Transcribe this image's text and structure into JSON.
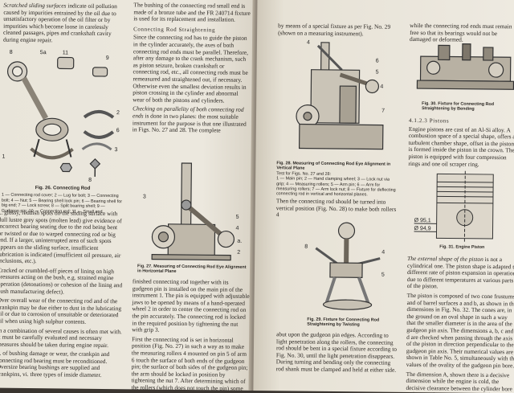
{
  "left_col1": {
    "p1_head": "Scratched sliding surfaces",
    "p1": "indicate oil pollution caused by impurities entrained by the oil due to unsatisfactory operation of the oil filter or by impurities which become loose in carelessly cleaned passages, pipes and crankshaft cavity during engine repair.",
    "fig26_caption_title": "Fig. 26. Connecting Rod",
    "fig26_caption_body": "1 — Connecting rod cover; 2 — Lug for bolt; 3 — Connecting bolt; 4 — Nut; 5 — Bearing shell lock pin; 6 — Bearing shell for big end; 7 — Lock screw; 8 — Split bearing shell; 9 — Gudgeon pin; 10 — Connecting rod; 11 — Small end.",
    "p2": "... glossy, reddish spots on the sliding surface with dull lustre grey spots (molten lead) give evidence of incorrect bearing seating due to the rod being bent or twisted or due to warped connecting rod or big end. If a larger, uninterrupted area of such spots appears on the sliding surface, insufficient lubrication is indicated (insufficient oil pressure, air inclusions, etc.).",
    "p3": "Cracked or crumbled-off pieces of lining on high pressures acting on the bush, e.g. strained engine operation (detonations) or cohesion of the lining and bush manufacturing defect).",
    "p4": "Over overall wear of the connecting rod and of the crankpin may be due either to dust in the lubricating oil or due to corrosion of unsuitable or deteriorated oil when using high sulphur contents.",
    "p5": "In a combination of several causes is often met with. It must be carefully evaluated and necessary measures should be taken during engine repair.",
    "p6": "... of bushing damage or wear, the crankpin and connecting rod bearing must be reconditioned. Oversize bearing bushings are supplied and crankpins, vi. three types of inside diameter."
  },
  "left_col2": {
    "p1": "The bushing of the connecting rod small end is made of a bronze tube and the FR 240714 fixture is used for its replacement and installation.",
    "sub1": "Connecting Rod Straightening",
    "p2": "Since the connecting rod has to guide the piston in the cylinder accurately, the axes of both connecting rod ends must be parallel. Therefore, after any damage to the crank mechanism, such as piston seizure, broken crankshaft or connecting rod, etc., all connecting rods must be remeasured and straightened out, if necessary. Otherwise even the smallest deviation results in piston crossing in the cylinder and abnormal wear of both the pistons and cylinders.",
    "p3_head": "Checking on parallelity of both connecting rod ends",
    "p3": "is done in two planes: the most suitable instrument for the purpose is that one illustrated in Figs. No. 27 and 28. The complete",
    "fig27_caption": "Fig. 27. Measuring of Connecting Rod Eye Alignment in Horizontal Plane",
    "p4": "finished connecting rod together with its gudgeon pin is installed on the main pin of the instrument 1. The pin is equipped with adjustable jaws to be opened by means of a hand-operated wheel 2 in order to center the connecting rod on the pin accurately. The connecting rod is locked in the required position by tightening the nut with grip 3.",
    "p5": "First the connecting rod is set in horizontal position (Fig. No. 27) in such a way as to make the measuring rollers 4 mounted on pin 5 of arm 6 touch the surface of both ends of the gudgeon pin; the surface of both sides of the gudgeon pin; the arm should be locked in position by tightening the nut 7. After determining which of the rollers (which does not touch the pin) some light can be seen, the connecting rod should be twisted until..."
  },
  "right_col1": {
    "p1": "by means of a special fixture as per Fig. No. 29 (shown on a measuring instrument).",
    "fig28_caption": "Fig. 28. Measuring of Connecting Rod Eye Alignment in Vertical Plane",
    "fig28_sub": "Test for Figs. No. 27 and 28:",
    "fig28_body": "1 — Main pin; 2 — Hand clamping wheel; 3 — Lock nut via grip; 4 — Measuring rollers; 5 — Arm pin; 6 — Arm for measuring rollers; 7 — Arm lock nut; 8 — Fixture for deflecting connecting rod in vertical and horizontal planes.",
    "p2": "Then the connecting rod should be turned into vertical position (Fig. No. 28) to make both rollers 4",
    "fig29_caption": "Fig. 29. Fixture for Connecting Rod Straightening by Twisting",
    "p3": "abut upon the gudgeon pin edges. According to light penetration along the rollers, the connecting rod should be bent in a special fixture according to Fig. No. 30, until the light penetration disappears. During turning and bending only the connecting rod shank must be clamped and held at either side."
  },
  "right_col2": {
    "p1": "while the connecting rod ends must remain free so that its bearings would not be damaged or deformed.",
    "fig30_caption": "Fig. 30. Fixture for Connecting Rod Straightening by Bending",
    "sub1": "4.1.2.3 Pistons",
    "p2": "Engine pistons are cast of an Al-Si alloy. A combustion space of a special shape, offers a turbulent chamber shape, offset in the piston, is formed inside the piston in the crown. The piston is equipped with four compression rings and one oil scraper ring.",
    "fig31_caption": "Fig. 31. Engine Piston",
    "fig31_dim_a": "Ø 95,1",
    "fig31_dim_b": "Ø 94,9",
    "p3_head": "The external shape of the piston",
    "p3": "is not a cylindrical one. The piston shape is adapted to different rate of piston expansion in operation due to different temperatures at various parts of the piston.",
    "p4": "The piston is composed of two cone frustums and of barrel surfaces a and b, as shown in the dimensions in Fig. No. 32. The cones are, in the ground on an oval shape in such a way that the smaller diameter is in the area of the gudgeon pin axis. The dimensions a, b, c and d are checked when passing through the axis of the piston in direction perpendicular to the gudgeon pin axis. Their numerical values are shown in Table No. 5, simultaneously with the values of the ovality of the gudgeon pin bore.",
    "p5": "The dimension A, shown there is a decisive dimension while the engine is cold, the decisive clearance between the cylinder bore and piston, between the pistons and cylinders of various engines."
  }
}
